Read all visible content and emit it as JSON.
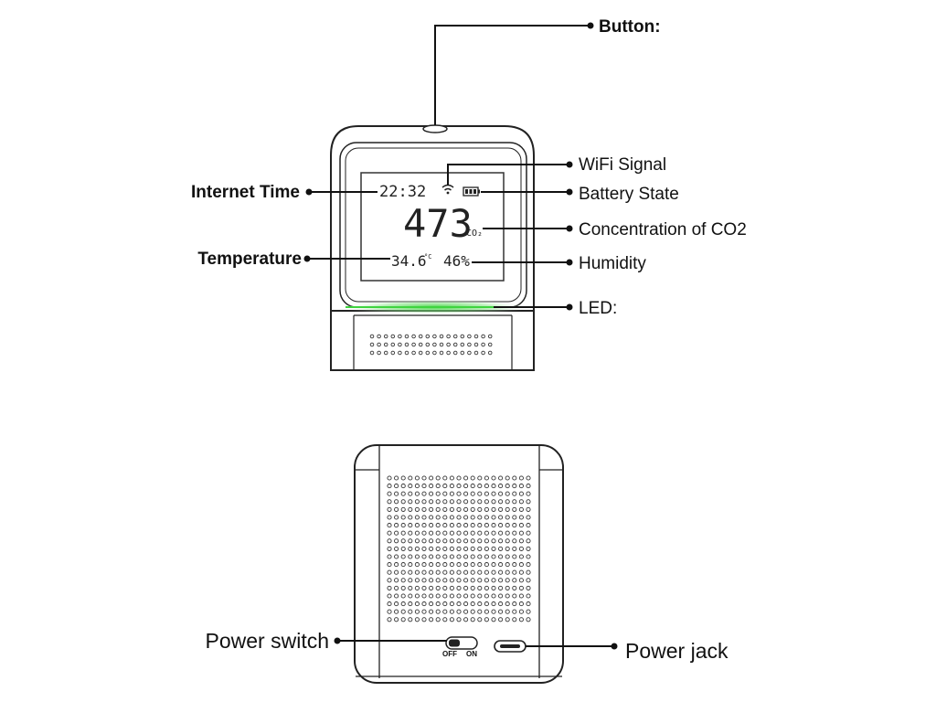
{
  "front_labels": {
    "button": "Button:",
    "wifi_signal": "WiFi Signal",
    "battery_state": "Battery State",
    "co2": "Concentration of CO2",
    "humidity": "Humidity",
    "led": "LED:",
    "internet_time": "Internet Time",
    "temperature": "Temperature"
  },
  "lcd": {
    "time": "22:32",
    "co2_value": "473",
    "co2_unit": "CO₂",
    "temperature_value": "34.6",
    "temperature_unit": "°C",
    "humidity_value": "46%"
  },
  "back_labels": {
    "power_switch": "Power switch",
    "power_jack": "Power jack",
    "switch_off": "OFF",
    "switch_on": "ON"
  },
  "colors": {
    "led": "#3fd43f",
    "outline": "#222222"
  },
  "icons": [
    "wifi-icon",
    "battery-icon"
  ]
}
